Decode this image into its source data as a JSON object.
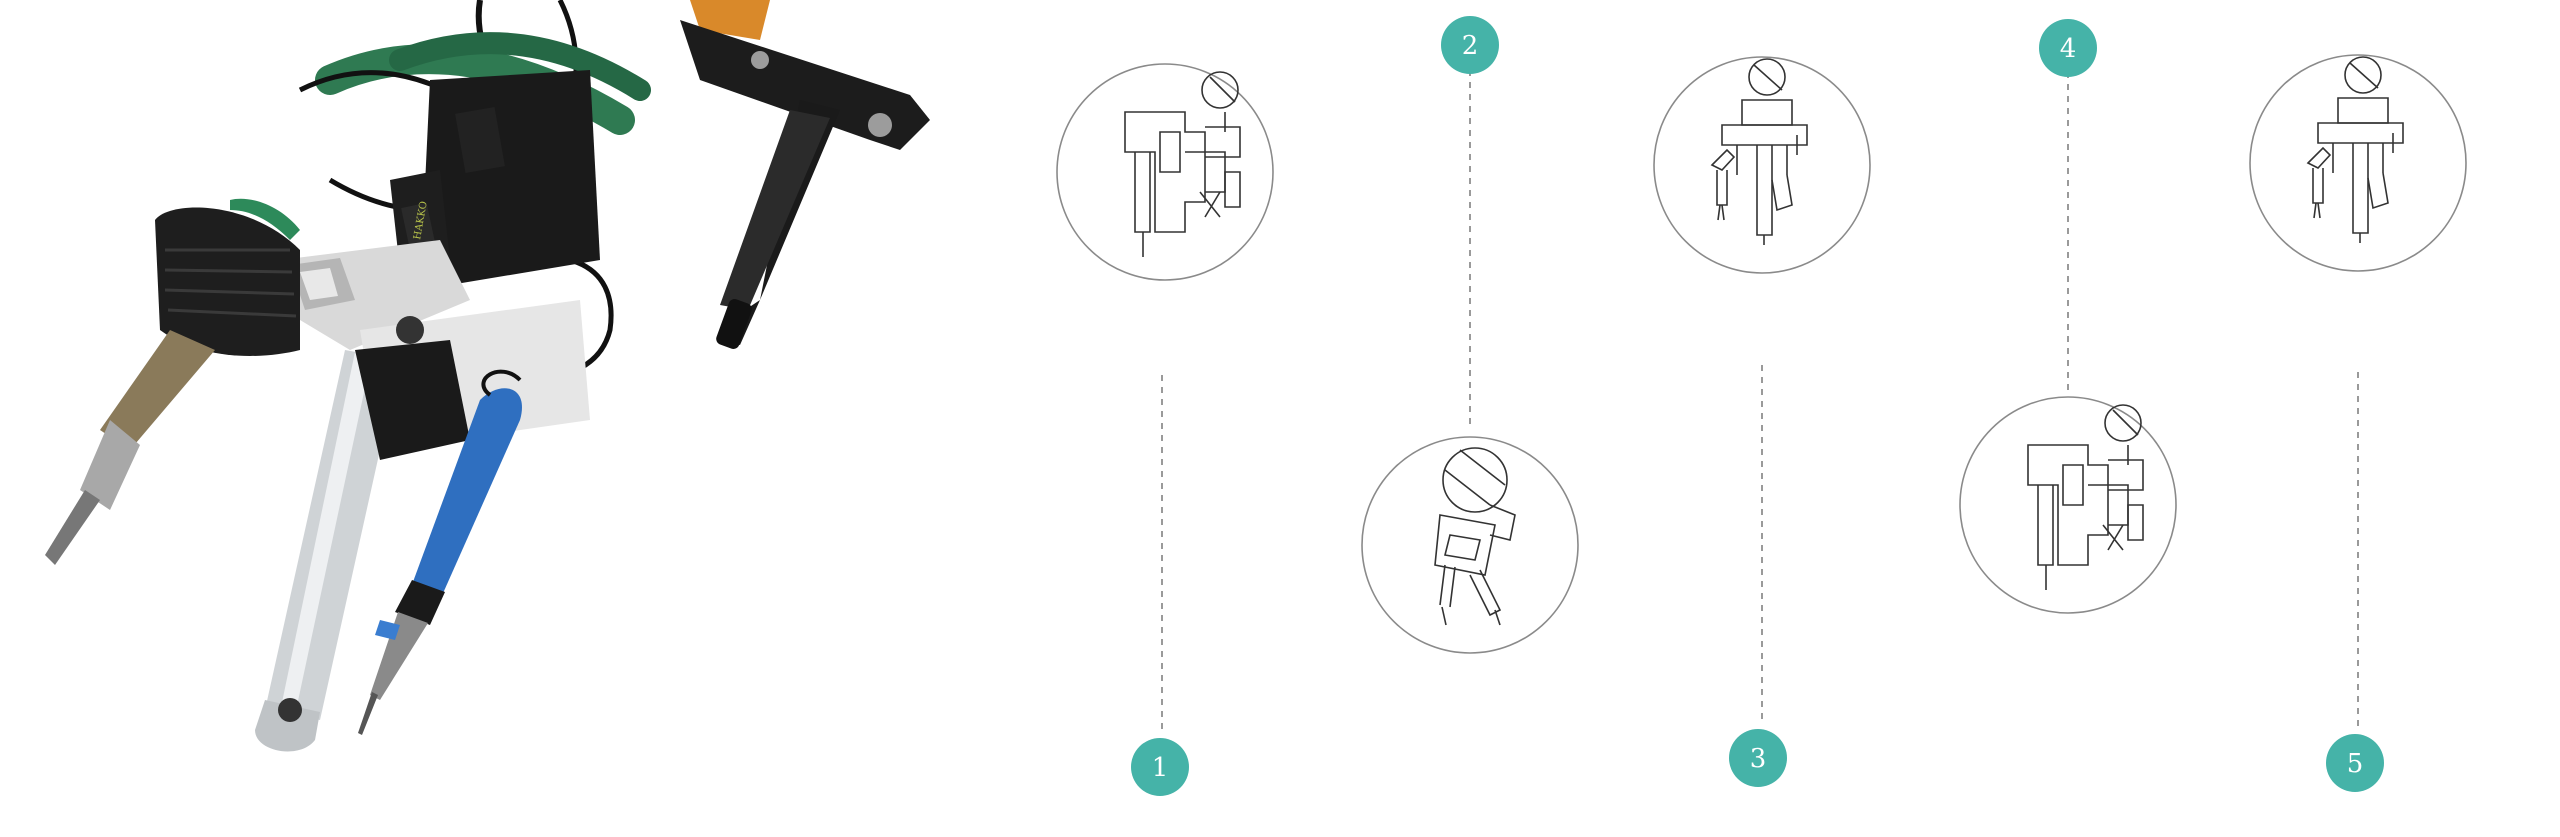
{
  "colors": {
    "background": "#ffffff",
    "badge": "#45b3a8",
    "badge_text": "#ffffff",
    "line": "#9a9a9a",
    "drawing": "#333333",
    "circle": "#8a8a8a"
  },
  "product_image": {
    "icon": "robotic-soldering-tool-photo"
  },
  "steps": [
    {
      "label": "1",
      "badge_position": "bottom",
      "icon": "tool-drawing-side-view"
    },
    {
      "label": "2",
      "badge_position": "top",
      "icon": "tool-drawing-rotated"
    },
    {
      "label": "3",
      "badge_position": "bottom",
      "icon": "tool-drawing-front-view"
    },
    {
      "label": "4",
      "badge_position": "top",
      "icon": "tool-drawing-side-view"
    },
    {
      "label": "5",
      "badge_position": "bottom",
      "icon": "tool-drawing-front-view"
    }
  ]
}
